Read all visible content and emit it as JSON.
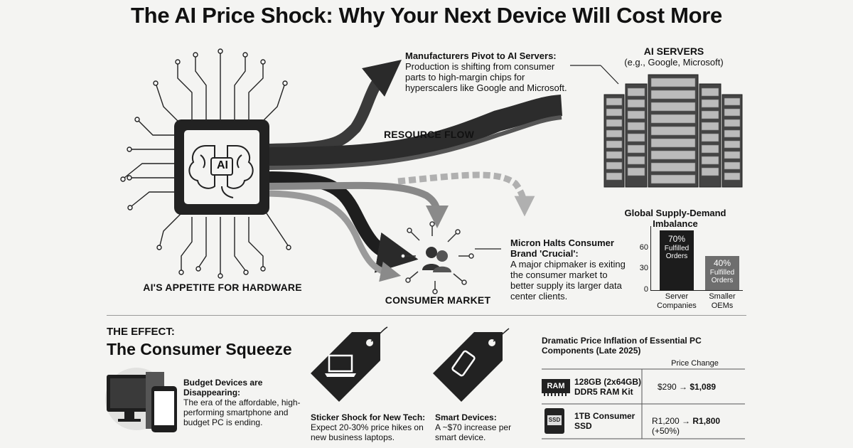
{
  "title": "The AI Price Shock: Why Your Next Device Will Cost More",
  "ai_chip": {
    "chip_label": "AI",
    "caption": "AI'S APPETITE FOR HARDWARE"
  },
  "resource_flow_label": "RESOURCE FLOW",
  "consumer_market_label": "CONSUMER MARKET",
  "manufacturers": {
    "heading": "Manufacturers Pivot to AI Servers:",
    "body": "Production is shifting from consumer parts to high-margin chips for hyperscalers like Google and Microsoft."
  },
  "ai_servers": {
    "heading": "AI SERVERS",
    "sub": "(e.g., Google, Microsoft)"
  },
  "micron": {
    "heading": "Micron Halts Consumer Brand 'Crucial':",
    "body": "A major chipmaker is exiting the consumer market to better supply its larger data center clients."
  },
  "chart_data": {
    "type": "bar",
    "title": "Global Supply-Demand Imbalance",
    "categories": [
      "Server Companies",
      "Smaller OEMs"
    ],
    "values": [
      70,
      40
    ],
    "value_labels": [
      "70%",
      "40%"
    ],
    "bar_sublabels": [
      "Fulfilled Orders",
      "Fulfilled Orders"
    ],
    "y_ticks": [
      "0",
      "30",
      "60"
    ],
    "ylim": [
      0,
      75
    ],
    "colors": [
      "#1c1c1c",
      "#6e6e6e"
    ],
    "grid": false,
    "legend": "none"
  },
  "effect": {
    "label": "THE EFFECT:",
    "title": "The Consumer Squeeze"
  },
  "budget": {
    "heading": "Budget Devices are Disappearing:",
    "body": "The era of the affordable, high-performing smartphone and budget PC is ending."
  },
  "sticker": {
    "heading": "Sticker Shock for New Tech:",
    "body": "Expect 20-30% price hikes on new business laptops."
  },
  "smart": {
    "heading": "Smart Devices:",
    "body": "A ~$70 increase per smart device."
  },
  "price_table": {
    "heading": "Dramatic Price Inflation of Essential PC Components (Late 2025)",
    "column_header": "Price Change",
    "rows": [
      {
        "icon_text": "RAM",
        "name": "128GB (2x64GB) DDR5 RAM Kit",
        "old": "$290 →",
        "new": "$1,089",
        "extra": ""
      },
      {
        "icon_text": "SSD",
        "name": "1TB Consumer SSD",
        "old": "R1,200 →",
        "new": "R1,800",
        "extra": " (+50%)"
      }
    ]
  }
}
